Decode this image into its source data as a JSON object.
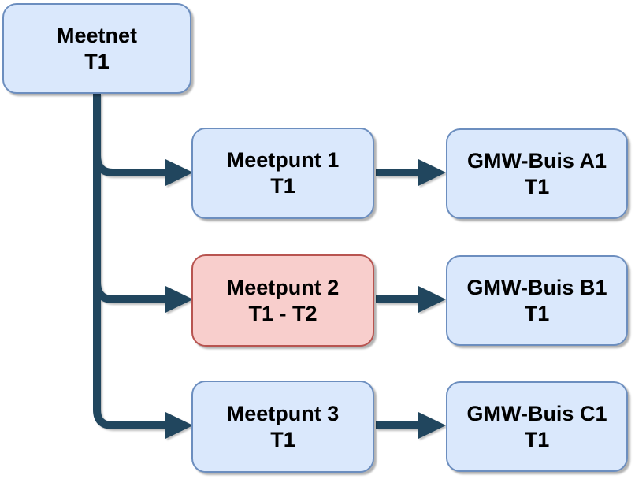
{
  "diagram": {
    "type": "flowchart",
    "colors": {
      "background": "#ffffff",
      "node_blue_fill": "#dae8fc",
      "node_blue_border": "#6c8ebf",
      "node_red_fill": "#f8cecc",
      "node_red_border": "#b85450",
      "connector": "#21465e",
      "text": "#000000"
    },
    "nodes": [
      {
        "id": "meetnet",
        "line1": "Meetnet",
        "line2": "T1",
        "variant": "blue"
      },
      {
        "id": "meetpunt-1",
        "line1": "Meetpunt 1",
        "line2": "T1",
        "variant": "blue"
      },
      {
        "id": "meetpunt-2",
        "line1": "Meetpunt 2",
        "line2": "T1 - T2",
        "variant": "red"
      },
      {
        "id": "meetpunt-3",
        "line1": "Meetpunt 3",
        "line2": "T1",
        "variant": "blue"
      },
      {
        "id": "gmw-buis-a1",
        "line1": "GMW-Buis A1",
        "line2": "T1",
        "variant": "blue"
      },
      {
        "id": "gmw-buis-b1",
        "line1": "GMW-Buis B1",
        "line2": "T1",
        "variant": "blue"
      },
      {
        "id": "gmw-buis-c1",
        "line1": "GMW-Buis C1",
        "line2": "T1",
        "variant": "blue"
      }
    ],
    "edges": [
      {
        "from": "meetnet",
        "to": "meetpunt-1"
      },
      {
        "from": "meetnet",
        "to": "meetpunt-2"
      },
      {
        "from": "meetnet",
        "to": "meetpunt-3"
      },
      {
        "from": "meetpunt-1",
        "to": "gmw-buis-a1"
      },
      {
        "from": "meetpunt-2",
        "to": "gmw-buis-b1"
      },
      {
        "from": "meetpunt-3",
        "to": "gmw-buis-c1"
      }
    ]
  }
}
